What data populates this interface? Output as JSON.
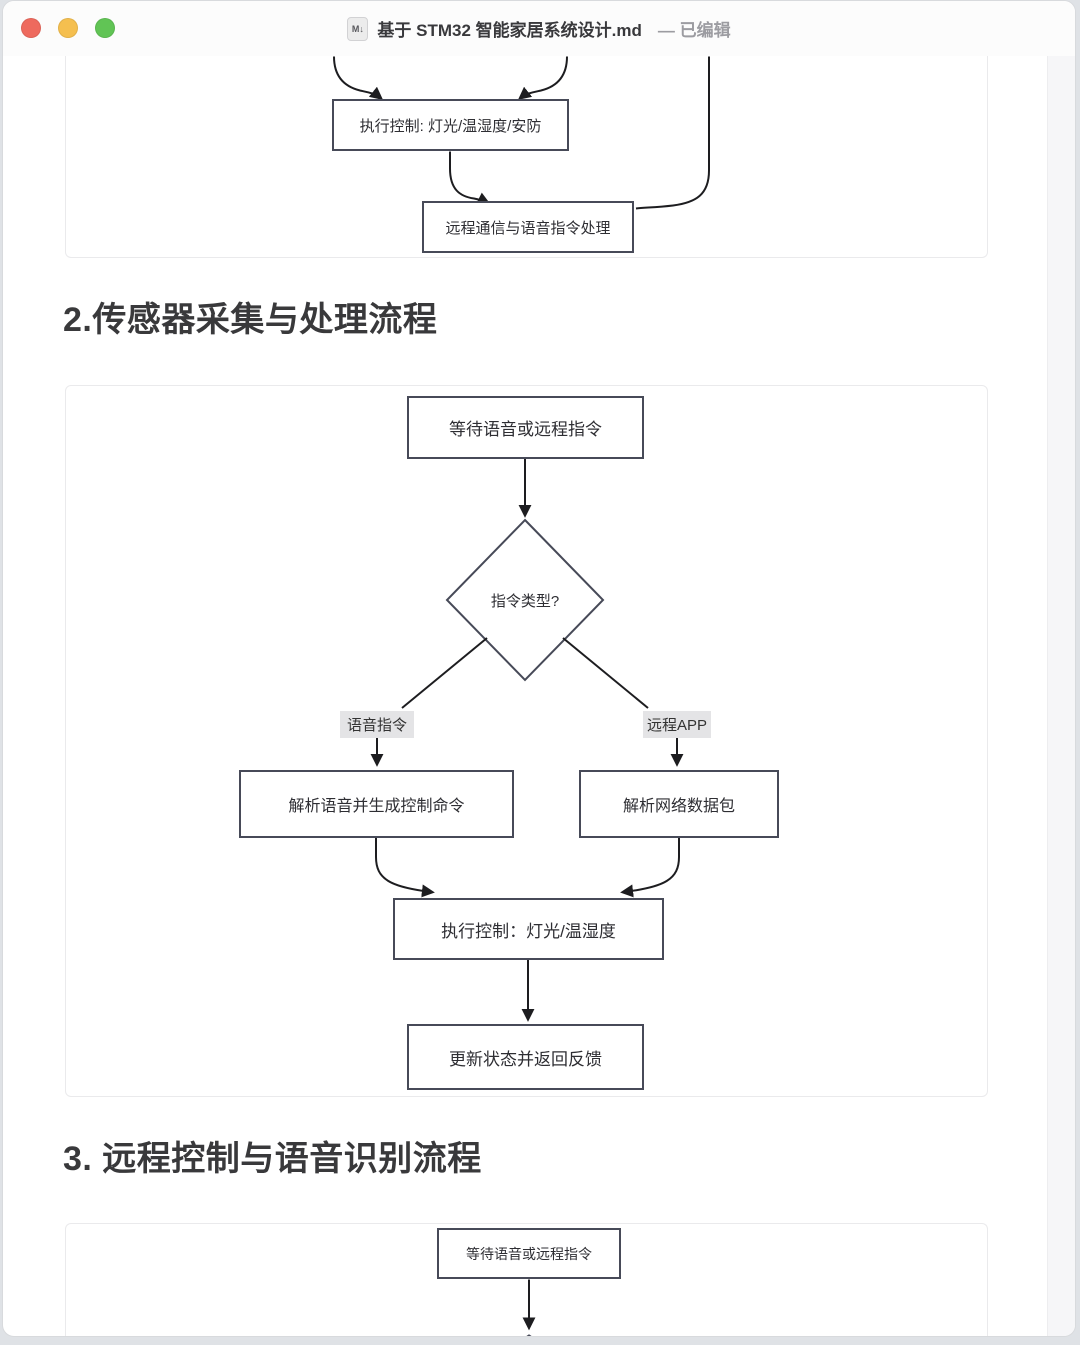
{
  "window": {
    "file_icon_text": "M↓",
    "title": "基于 STM32 智能家居系统设计.md",
    "edit_suffix": "— 已编辑"
  },
  "headings": {
    "section2": "2.传感器采集与处理流程",
    "section3": "3. 远程控制与语音识别流程"
  },
  "flowchart_system": {
    "execute_box": "执行控制: 灯光/温湿度/安防",
    "remote_box": "远程通信与语音指令处理"
  },
  "flowchart_command": {
    "start_box": "等待语音或远程指令",
    "decision": "指令类型?",
    "branch_voice": "语音指令",
    "branch_remote": "远程APP",
    "voice_box": "解析语音并生成控制命令",
    "network_box": "解析网络数据包",
    "execute_box": "执行控制：灯光/温湿度",
    "feedback_box": "更新状态并返回反馈"
  },
  "flowchart_remote": {
    "start_box": "等待语音或远程指令"
  },
  "colors": {
    "traffic_close": "#ee6a5e",
    "traffic_minimize": "#f5bf4f",
    "traffic_zoom": "#61c455",
    "node_border": "#474a58",
    "edge_line": "#1d1d20",
    "edge_label_bg": "#e4e4e6"
  }
}
